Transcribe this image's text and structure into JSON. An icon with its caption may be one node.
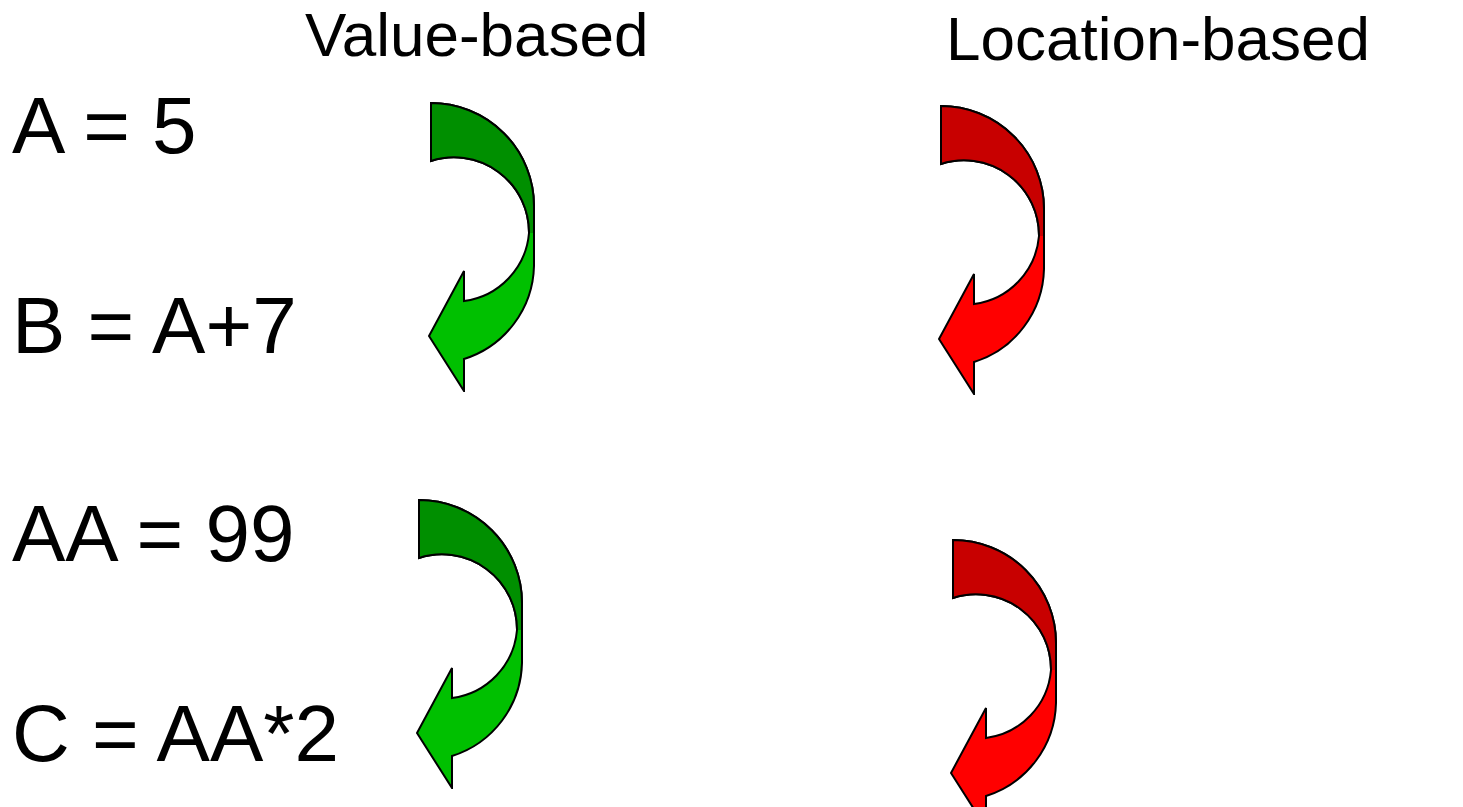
{
  "diagram": {
    "labels": [
      "Value-based",
      "Location-based",
      "A = 5",
      "B = A+7",
      "AA = 99",
      "C = AA*2"
    ]
  }
}
